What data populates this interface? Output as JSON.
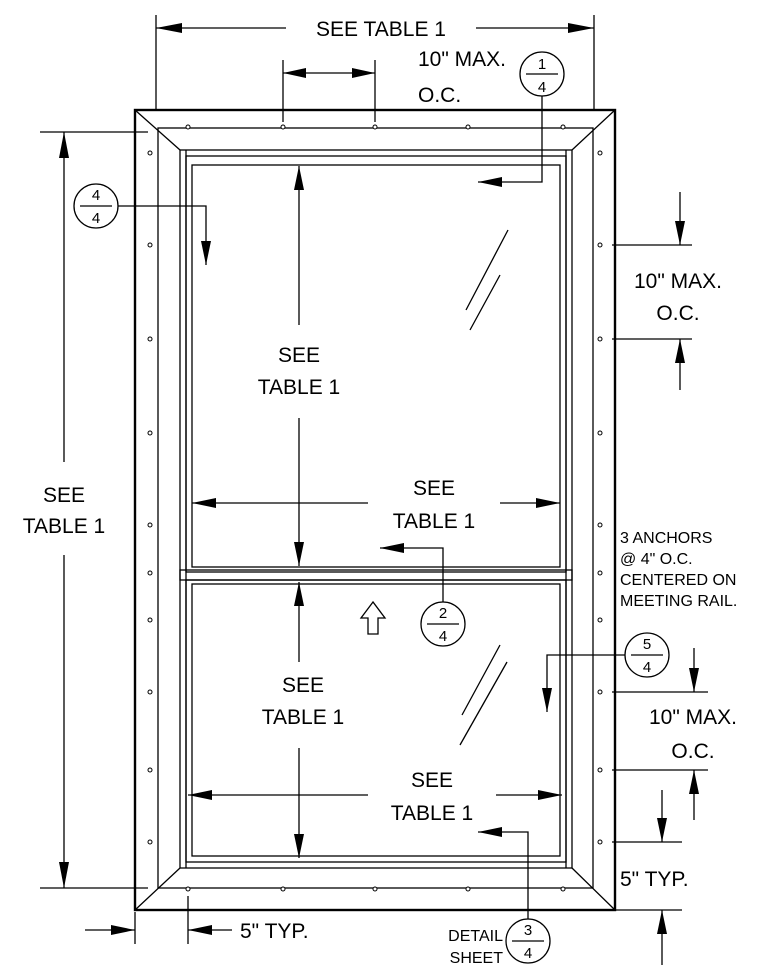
{
  "labels": {
    "top_width": "SEE TABLE 1",
    "top_spacing_1": "10\" MAX.",
    "top_spacing_2": "O.C.",
    "right_spacing_1": "10\" MAX.",
    "right_spacing_2": "O.C.",
    "overall_height_1": "SEE",
    "overall_height_2": "TABLE 1",
    "upper_sash_height_1": "SEE",
    "upper_sash_height_2": "TABLE 1",
    "upper_sash_width_1": "SEE",
    "upper_sash_width_2": "TABLE 1",
    "lower_sash_height_1": "SEE",
    "lower_sash_height_2": "TABLE 1",
    "lower_sash_width_1": "SEE",
    "lower_sash_width_2": "TABLE 1",
    "anchors_1": "3 ANCHORS",
    "anchors_2": "@ 4\" O.C.",
    "anchors_3": "CENTERED ON",
    "anchors_4": "MEETING RAIL.",
    "lower_right_spacing_1": "10\" MAX.",
    "lower_right_spacing_2": "O.C.",
    "right_edge_typ": "5\" TYP.",
    "bottom_edge_typ": "5\" TYP.",
    "detail_1": "DETAIL",
    "detail_2": "SHEET"
  },
  "callouts": [
    {
      "detail": "1",
      "sheet": "4"
    },
    {
      "detail": "4",
      "sheet": "4"
    },
    {
      "detail": "2",
      "sheet": "4"
    },
    {
      "detail": "5",
      "sheet": "4"
    },
    {
      "detail": "3",
      "sheet": "4"
    }
  ]
}
